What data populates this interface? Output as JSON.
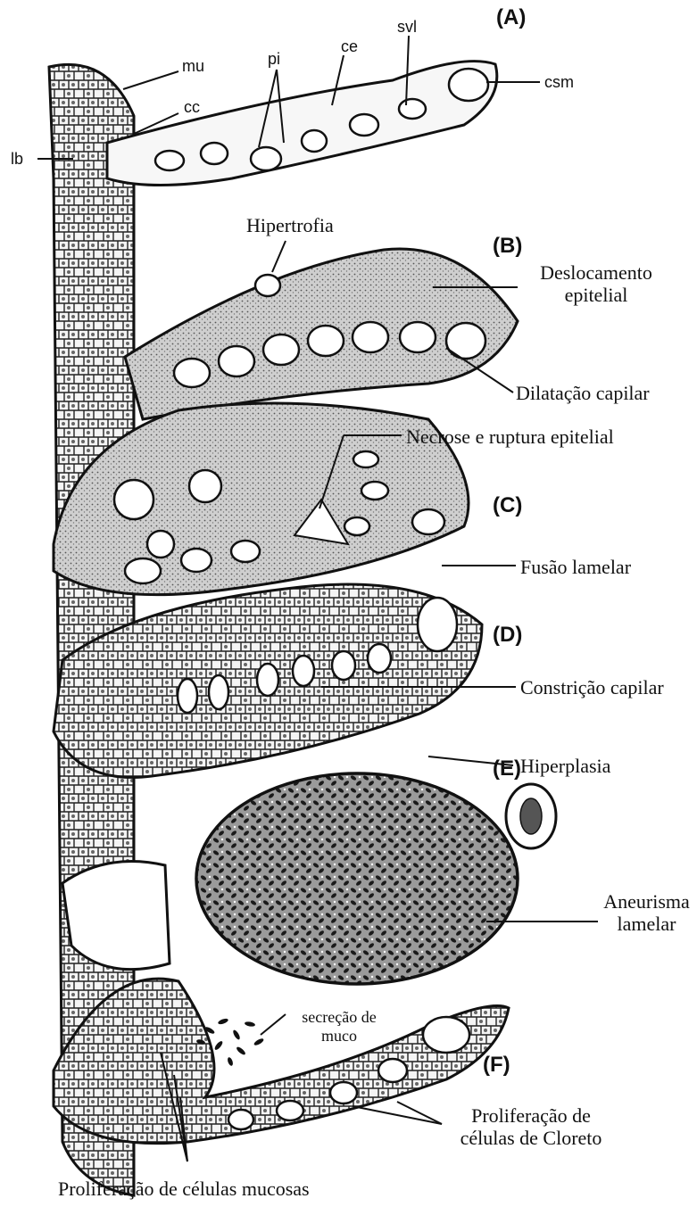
{
  "figure": {
    "panels": [
      "(A)",
      "(B)",
      "(C)",
      "(D)",
      "(E)",
      "(F)"
    ],
    "abbreviations": {
      "mu": "mu",
      "cc": "cc",
      "lb": "lb",
      "pi": "pi",
      "ce": "ce",
      "svl": "svl",
      "csm": "csm"
    },
    "annotations": {
      "hipertrofia": "Hipertrofia",
      "deslocamento_1": "Deslocamento",
      "deslocamento_2": "epitelial",
      "dilatacao": "Dilatação capilar",
      "necrose": "Necrose e ruptura epitelial",
      "fusao": "Fusão lamelar",
      "constricao": "Constrição capilar",
      "hiperplasia": "Hiperplasia",
      "aneurisma_1": "Aneurisma",
      "aneurisma_2": "lamelar",
      "secrecao_1": "secreção de",
      "secrecao_2": "muco",
      "cloreto_1": "Proliferação de",
      "cloreto_2": "células de Cloreto",
      "mucosas": "Proliferação de células mucosas"
    }
  }
}
